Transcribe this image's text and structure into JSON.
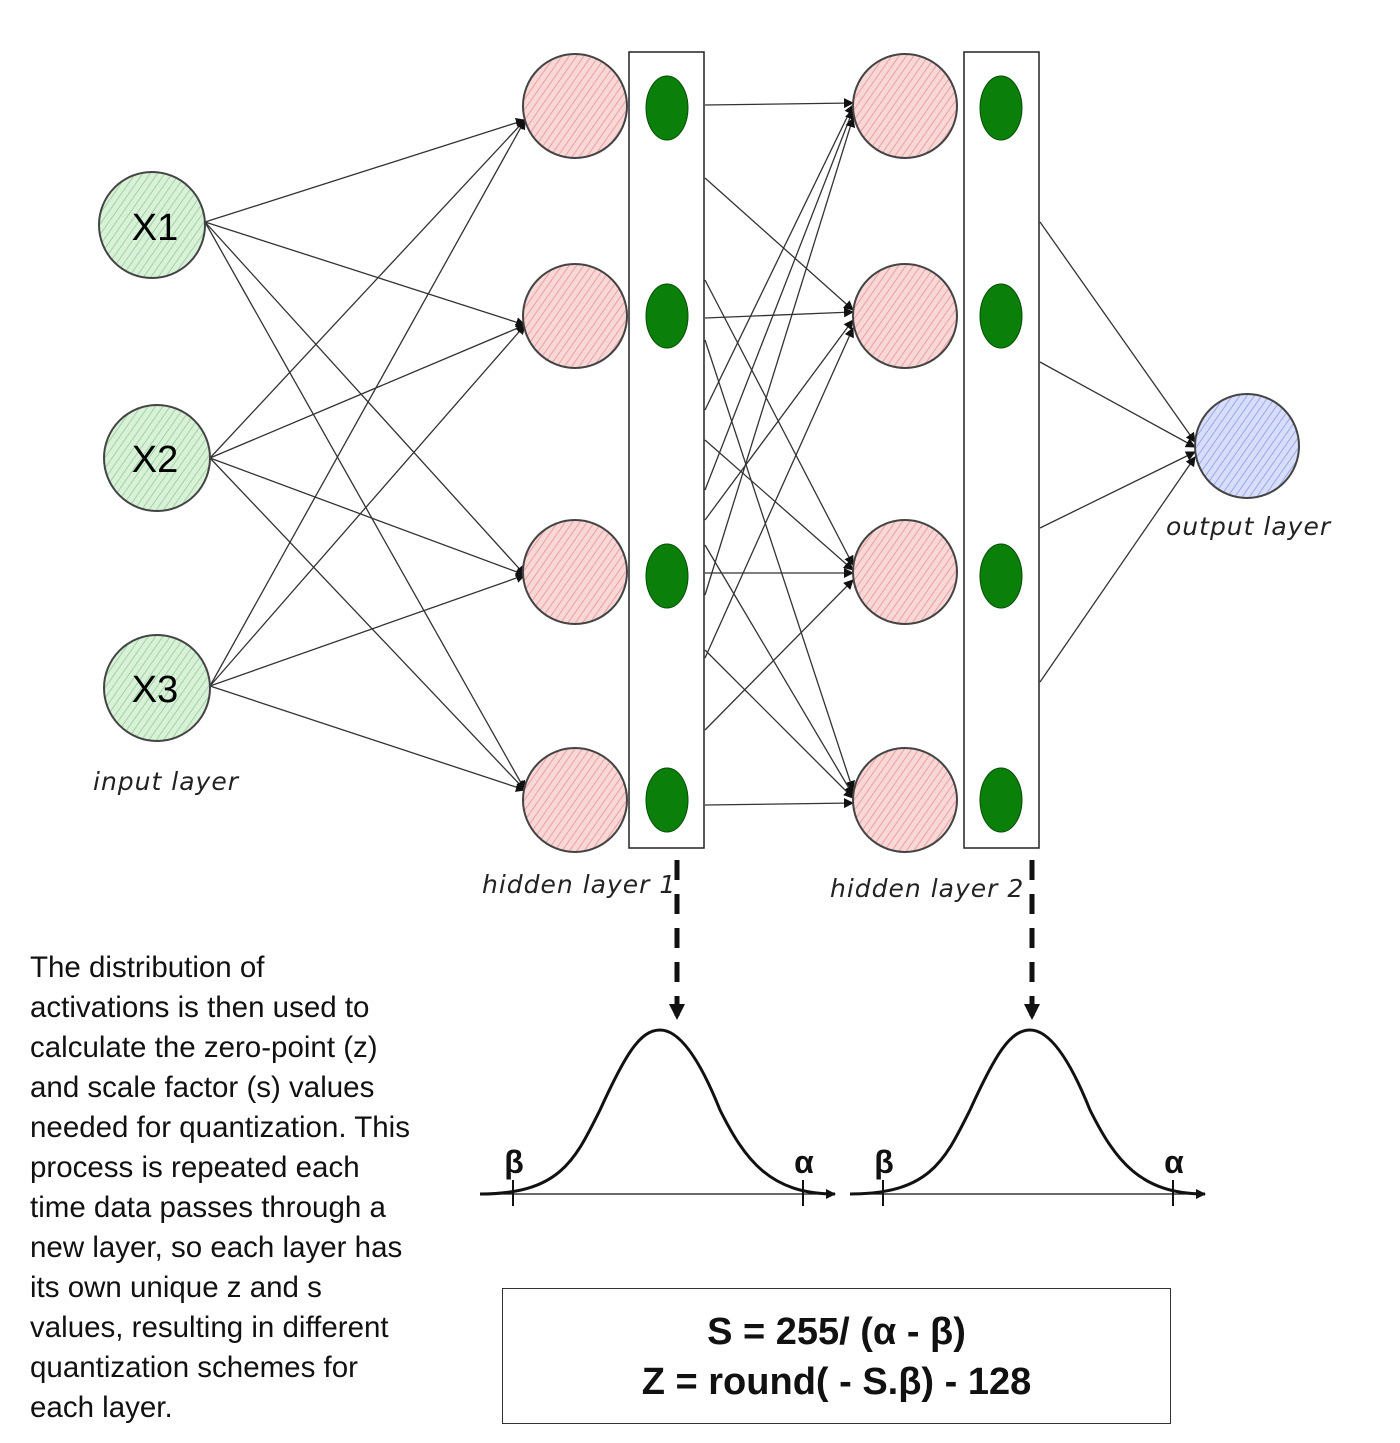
{
  "network": {
    "inputs": [
      "X1",
      "X2",
      "X3"
    ],
    "layer_labels": {
      "input": "input layer",
      "hidden1": "hidden layer 1",
      "hidden2": "hidden layer 2",
      "output": "output layer"
    },
    "colors": {
      "input_node": "#b9e3b9",
      "hidden_node": "#f2b3b3",
      "output_node": "#aebcf0",
      "activation": "#0a800a"
    }
  },
  "distributions": [
    {
      "lower": "β",
      "upper": "α"
    },
    {
      "lower": "β",
      "upper": "α"
    }
  ],
  "description": {
    "lines": [
      "The distribution of",
      "activations is then used to",
      "calculate the zero-point (z)",
      "and scale factor (s) values",
      "needed for quantization. This",
      "process is repeated each",
      "time data passes through a",
      "new layer, so each layer has",
      "its own unique z and s",
      "values, resulting in different",
      "quantization schemes for",
      "each layer."
    ]
  },
  "formulas": {
    "scale": "S = 255/ (α - β)",
    "zero_point": "Z = round( - S.β) - 128"
  }
}
